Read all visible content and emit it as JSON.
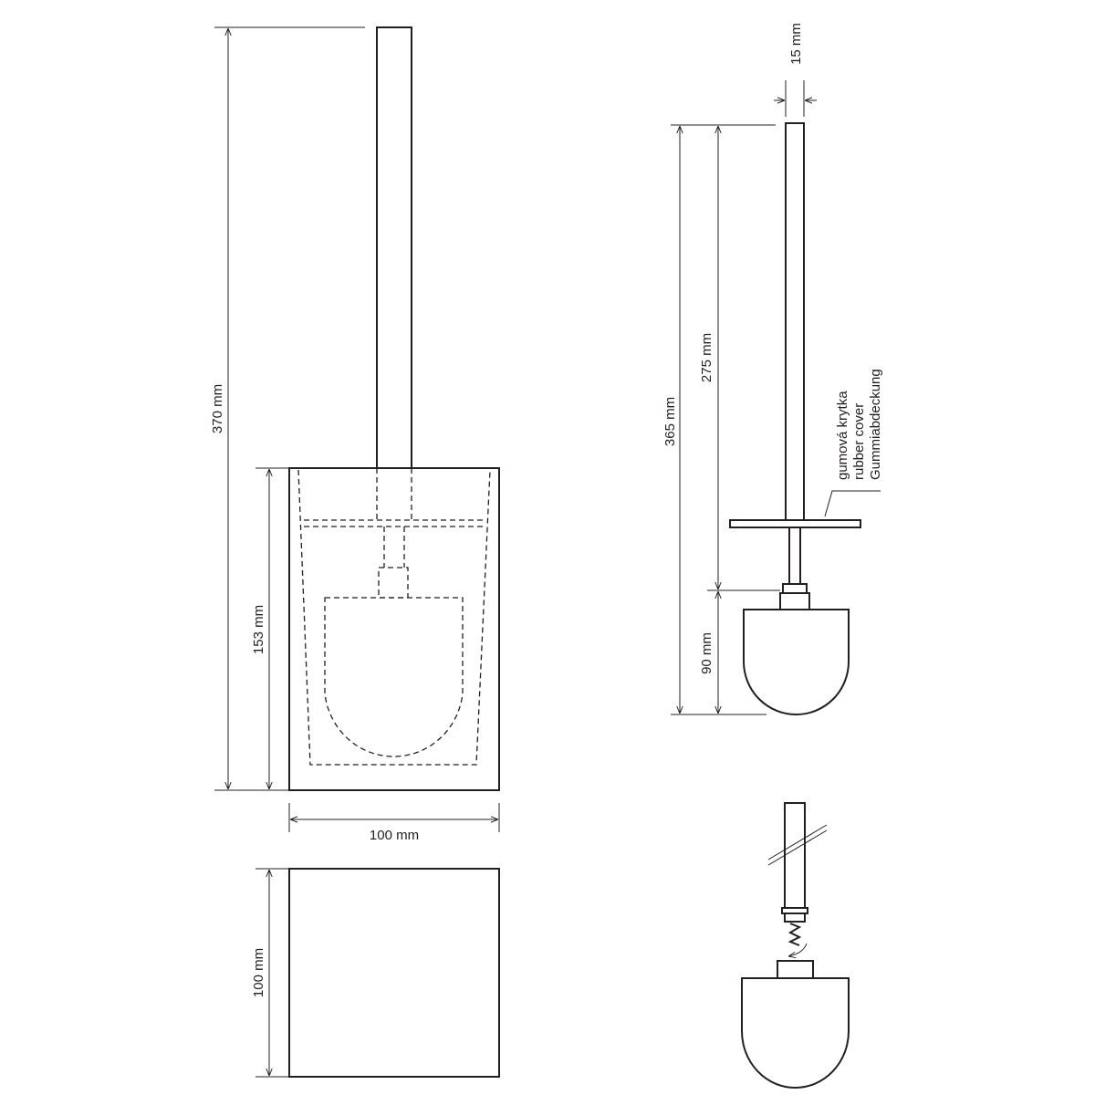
{
  "dimensions": {
    "total_height": "370 mm",
    "holder_height": "153 mm",
    "holder_width": "100 mm",
    "holder_depth": "100 mm",
    "handle_diameter": "15 mm",
    "brush_length": "365 mm",
    "handle_length": "275 mm",
    "head_height": "90 mm"
  },
  "callout": {
    "lines": [
      "gumová krytka",
      "rubber cover",
      "Gummiabdeckung"
    ]
  },
  "colors": {
    "line": "#231f20",
    "background": "#ffffff"
  }
}
